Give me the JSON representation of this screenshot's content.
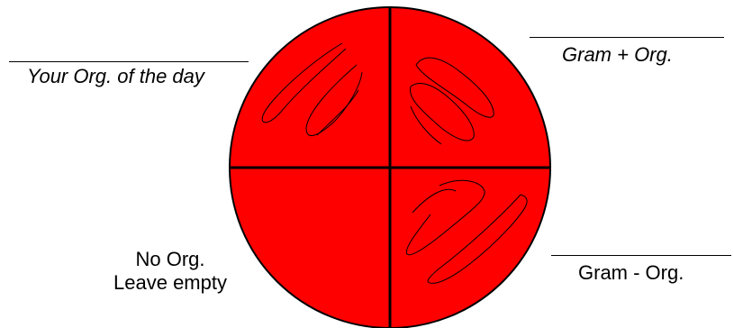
{
  "plate": {
    "fill_color": "#ff0000",
    "line_color": "#000000"
  },
  "labels": {
    "top_left": "Your Org. of the day",
    "top_right": "Gram + Org.",
    "bottom_left_line1": "No Org.",
    "bottom_left_line2": "Leave empty",
    "bottom_right": "Gram - Org."
  }
}
